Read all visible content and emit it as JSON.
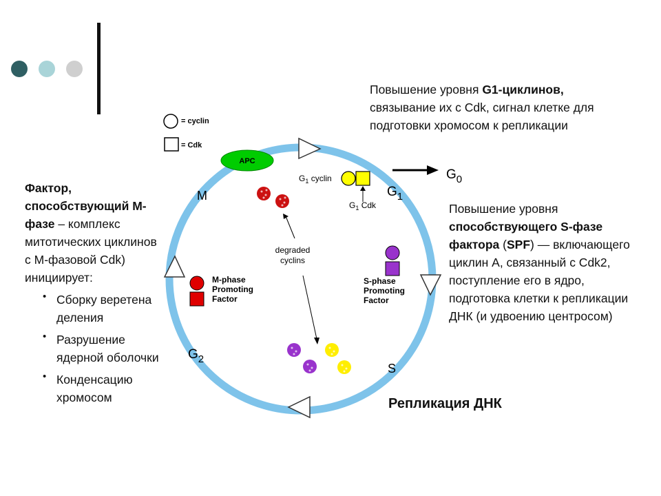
{
  "deco": {
    "dot_colors": [
      "#2f5f63",
      "#a9d4d8",
      "#cfcfcf"
    ],
    "bar_color": "#111111"
  },
  "colors": {
    "ring": "#7ec3ea",
    "apc": "#00cc00",
    "yellow": "#ffff00",
    "purple": "#9933cc",
    "red": "#e00000"
  },
  "top_text": {
    "line1_pre": "Повышение уровня ",
    "line1_bold": "G1-циклинов,",
    "rest": "связывание их с Cdk, сигнал клетке для подготовки хромосом к репликации"
  },
  "right_text": {
    "pre": "Повышение уровня ",
    "bold1": "способствующего S-фазе фактора",
    "mid1": " (",
    "bold2": "SPF",
    "rest": ") — включающего циклин А, связанный с Cdk2, поступление его в ядро, подготовка клетки к репликации ДНК (и удвоению центросом)"
  },
  "left_text": {
    "bold": "Фактор, способствующий М-фазе",
    "rest": " – комплекс митотических циклинов с  М-фазовой Cdk) инициирует:",
    "bullets": [
      "Сборку веретена деления",
      "Разрушение ядерной оболочки",
      "Конденсацию хромосом"
    ],
    "bullet_mark": "•"
  },
  "dna_replication": "Репликация ДНК",
  "diagram": {
    "legend_cyclin": "= cyclin",
    "legend_cdk": "= Cdk",
    "apc": "APC",
    "g0": "G",
    "g0_sub": "0",
    "g1": "G",
    "g1_sub": "1",
    "m": "M",
    "g2": "G",
    "g2_sub": "2",
    "s": "S",
    "g1cyclin_pre": "G",
    "g1cyclin_sub": "1",
    "g1cyclin_post": " cyclin",
    "g1cdk_pre": "G",
    "g1cdk_sub": "1",
    "g1cdk_post": " Cdk",
    "degraded1": "degraded",
    "degraded2": "cyclins",
    "mphase1": "M-phase",
    "mphase2": "Promoting",
    "mphase3": "Factor",
    "sphase1": "S-phase",
    "sphase2": "Promoting",
    "sphase3": "Factor"
  }
}
